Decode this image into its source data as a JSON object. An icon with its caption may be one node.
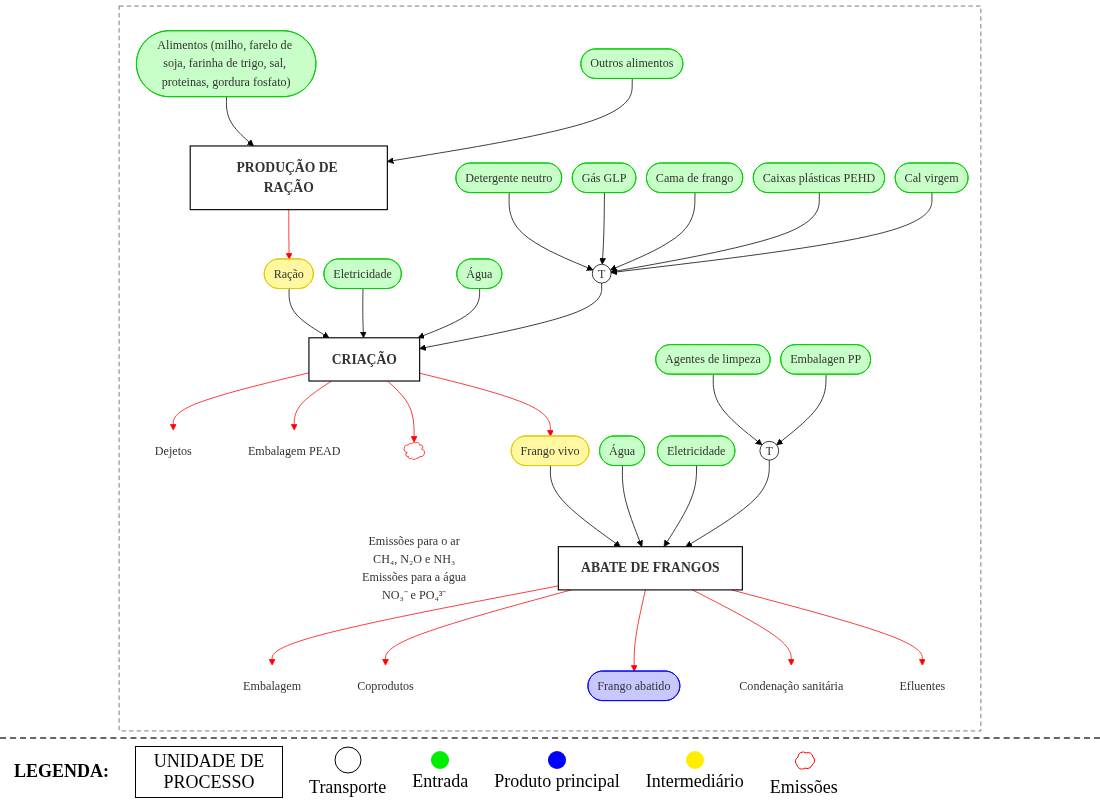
{
  "diagram": {
    "nodes": [
      {
        "text": [],
        "shape": "box"
      },
      {
        "text": [
          "Alimentos (milho, farelo de soja, farinha de trigo, sal, proteinas, gordura fosfato)"
        ],
        "in": 0
      },
      {
        "text": [
          "Outros alimentos"
        ],
        "in": 0
      },
      {
        "text": [
          "PRODUÇÃO DE RAÇÃO"
        ],
        "in": 0
      },
      {
        "text": [
          "Ração"
        ],
        "in": 0
      },
      {
        "text": [
          "Eletricidade"
        ],
        "in": 0
      },
      {
        "text": [
          "Água"
        ],
        "in": 0
      },
      {
        "text": [
          "Detergente neutro"
        ],
        "in": 0
      },
      {
        "text": [
          "Gás GLP"
        ],
        "in": 0
      },
      {
        "text": [
          "Cama de frango"
        ],
        "in": 0
      },
      {
        "text": [
          "Caixas plásticas PEHD"
        ],
        "in": 0
      },
      {
        "text": [
          "Cal virgem"
        ],
        "in": 0
      },
      {
        "text": [
          "T"
        ],
        "in": 0
      },
      {
        "text": [
          "CRIAÇÃO"
        ],
        "in": 0
      },
      {
        "text": [
          "Dejetos"
        ],
        "in": 0
      },
      {
        "text": [
          "Embalagem PEAD"
        ],
        "in": 0
      },
      {
        "text": [],
        "shape": "cloud",
        "in": 0,
        "beside": [
          "Emissões para o ar",
          "CH₄, N₂O e NH₃",
          "Emissões para a água",
          "NO₃⁻ e PO₄³⁻"
        ]
      },
      {
        "text": [
          "Frango vivo"
        ],
        "in": 0
      },
      {
        "text": [
          "Água"
        ],
        "in": 0
      },
      {
        "text": [
          "Eletricidade"
        ],
        "in": 0
      },
      {
        "text": [
          "Agentes de limpeza"
        ],
        "in": 0
      },
      {
        "text": [
          "Embalagen PP"
        ],
        "in": 0
      },
      {
        "text": [
          "T"
        ],
        "in": 0
      },
      {
        "text": [
          "ABATE DE FRANGOS"
        ],
        "in": 0
      },
      {
        "text": [
          "Embalagem"
        ],
        "in": 0
      },
      {
        "text": [
          "Coprodutos"
        ],
        "in": 0
      },
      {
        "text": [
          "Frango abatido"
        ],
        "in": 0
      },
      {
        "text": [
          "Condenação sanitária"
        ],
        "in": 0
      },
      {
        "text": [
          "Efluentes"
        ],
        "in": 0
      }
    ],
    "edges": [
      {
        "from": 1,
        "to": 3,
        "arrow": "to"
      },
      {
        "from": 2,
        "to": 3,
        "arrow": "to"
      },
      {
        "from": 3,
        "to": 4,
        "arrow": "to",
        "color": "#ff0000"
      },
      {
        "from": 4,
        "to": 13,
        "arrow": "to"
      },
      {
        "from": 5,
        "to": 13,
        "arrow": "to"
      },
      {
        "from": 6,
        "to": 13,
        "arrow": "to"
      },
      {
        "from": 7,
        "to": 12,
        "arrow": "to"
      },
      {
        "from": 8,
        "to": 12,
        "arrow": "to"
      },
      {
        "from": 9,
        "to": 12,
        "arrow": "to"
      },
      {
        "from": 10,
        "to": 12,
        "arrow": "to"
      },
      {
        "from": 11,
        "to": 12,
        "arrow": "to"
      },
      {
        "from": 12,
        "to": 13,
        "arrow": "to"
      },
      {
        "from": 13,
        "to": 14,
        "arrow": "to",
        "color": "#ff0000"
      },
      {
        "from": 13,
        "to": 15,
        "arrow": "to",
        "color": "#ff0000"
      },
      {
        "from": 13,
        "to": 16,
        "arrow": "to",
        "color": "#ff0000"
      },
      {
        "from": 13,
        "to": 17,
        "arrow": "to",
        "color": "#ff0000"
      },
      {
        "from": 17,
        "to": 23,
        "arrow": "to"
      },
      {
        "from": 18,
        "to": 23,
        "arrow": "to"
      },
      {
        "from": 19,
        "to": 23,
        "arrow": "to"
      },
      {
        "from": 20,
        "to": 22,
        "arrow": "to"
      },
      {
        "from": 21,
        "to": 22,
        "arrow": "to"
      },
      {
        "from": 22,
        "to": 23,
        "arrow": "to"
      },
      {
        "from": 23,
        "to": 24,
        "arrow": "to",
        "color": "#ff0000"
      },
      {
        "from": 23,
        "to": 25,
        "arrow": "to",
        "color": "#ff0000"
      },
      {
        "from": 23,
        "to": 26,
        "arrow": "to",
        "color": "#ff0000"
      },
      {
        "from": 23,
        "to": 27,
        "arrow": "to",
        "color": "#ff0000"
      },
      {
        "from": 23,
        "to": 28,
        "arrow": "to",
        "color": "#ff0000"
      }
    ],
    "labels": [
      "LEGENDA:"
    ],
    "legend": [
      {
        "text": "UNIDADE DE PROCESSO"
      },
      {
        "text": "Transporte"
      },
      {
        "text": "Entrada",
        "color": "#00ee00"
      },
      {
        "text": "Produto principal",
        "color": "#0000ff"
      },
      {
        "text": "Intermediário",
        "color": "#ffee00"
      },
      {
        "text": "Emissões"
      }
    ]
  }
}
